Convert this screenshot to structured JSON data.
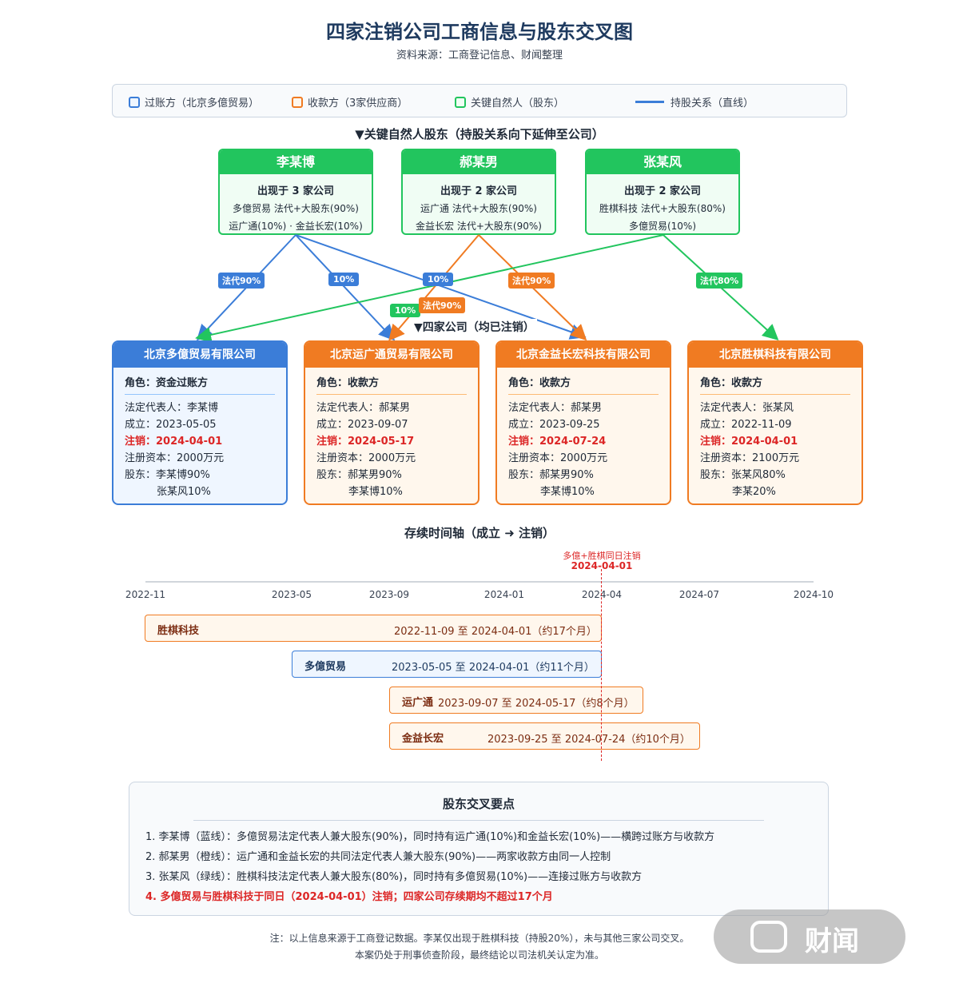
{
  "title": "四家注销公司工商信息与股东交叉图",
  "subtitle": "资料来源：工商登记信息、财闻整理",
  "legend": {
    "payer": "过账方（北京多億贸易）",
    "receiver": "收款方（3家供应商）",
    "person": "关键自然人（股东）",
    "line": "持股关系（直线）"
  },
  "persons_header": "▼关键自然人股东（持股关系向下延伸至公司）",
  "companies_header": "▼四家公司（均已注销）",
  "persons": [
    {
      "name": "李某博",
      "count": "出现于 3 家公司",
      "line1": "多億贸易 法代+大股东(90%)",
      "line2": "运广通(10%) · 金益长宏(10%)"
    },
    {
      "name": "郝某男",
      "count": "出现于 2 家公司",
      "line1": "运广通 法代+大股东(90%)",
      "line2": "金益长宏 法代+大股东(90%)"
    },
    {
      "name": "张某风",
      "count": "出现于 2 家公司",
      "line1": "胜棋科技 法代+大股东(80%)",
      "line2": "多億贸易(10%)"
    }
  ],
  "edge_labels": [
    "法代90%",
    "10%",
    "10%",
    "10%",
    "法代90%",
    "法代90%",
    "法代80%"
  ],
  "companies": [
    {
      "name": "北京多億贸易有限公司",
      "role": "角色：资金过账方",
      "legal": "法定代表人：李某博",
      "founded": "成立：2023-05-05",
      "cancel_label": "注销：",
      "cancel_date": "2024-04-01",
      "capital": "注册资本：2000万元",
      "sh1": "股东：李某博90%",
      "sh2": "张某风10%"
    },
    {
      "name": "北京运广通贸易有限公司",
      "role": "角色：收款方",
      "legal": "法定代表人：郝某男",
      "founded": "成立：2023-09-07",
      "cancel_label": "注销：",
      "cancel_date": "2024-05-17",
      "capital": "注册资本：2000万元",
      "sh1": "股东：郝某男90%",
      "sh2": "李某博10%"
    },
    {
      "name": "北京金益长宏科技有限公司",
      "role": "角色：收款方",
      "legal": "法定代表人：郝某男",
      "founded": "成立：2023-09-25",
      "cancel_label": "注销：",
      "cancel_date": "2024-07-24",
      "capital": "注册资本：2000万元",
      "sh1": "股东：郝某男90%",
      "sh2": "李某博10%"
    },
    {
      "name": "北京胜棋科技有限公司",
      "role": "角色：收款方",
      "legal": "法定代表人：张某风",
      "founded": "成立：2022-11-09",
      "cancel_label": "注销：",
      "cancel_date": "2024-04-01",
      "capital": "注册资本：2100万元",
      "sh1": "股东：张某风80%",
      "sh2": "李某20%"
    }
  ],
  "timeline": {
    "title": "存续时间轴（成立 ➜ 注销）",
    "marker_note": "多億+胜棋同日注销",
    "marker_date": "2024-04-01",
    "ticks": [
      "2022-11",
      "2023-05",
      "2023-09",
      "2024-01",
      "2024-04",
      "2024-07",
      "2024-10"
    ],
    "bars": [
      {
        "name": "胜棋科技",
        "range": "2022-11-09 至 2024-04-01（约17个月）"
      },
      {
        "name": "多億贸易",
        "range": "2023-05-05 至 2024-04-01（约11个月）"
      },
      {
        "name": "运广通",
        "range": "2023-09-07 至 2024-05-17（约8个月）"
      },
      {
        "name": "金益长宏",
        "range": "2023-09-25 至 2024-07-24（约10个月）"
      }
    ]
  },
  "notes": {
    "title": "股东交叉要点",
    "items": [
      "1. 李某博（蓝线）：多億贸易法定代表人兼大股东(90%)，同时持有运广通(10%)和金益长宏(10%)——横跨过账方与收款方",
      "2. 郝某男（橙线）：运广通和金益长宏的共同法定代表人兼大股东(90%)——两家收款方由同一人控制",
      "3. 张某风（绿线）：胜棋科技法定代表人兼大股东(80%)，同时持有多億贸易(10%)——连接过账方与收款方",
      "4. 多億贸易与胜棋科技于同日（2024-04-01）注销；四家公司存续期均不超过17个月"
    ]
  },
  "footer": {
    "line1": "注：以上信息来源于工商登记数据。李某仅出现于胜棋科技（持股20%），未与其他三家公司交叉。",
    "line2": "本案仍处于刑事侦查阶段，最终结论以司法机关认定为准。"
  },
  "watermark": "财闻",
  "colors": {
    "blue": "#3b7dd8",
    "orange": "#f07b22",
    "green": "#22c55e",
    "red": "#dc2626"
  }
}
